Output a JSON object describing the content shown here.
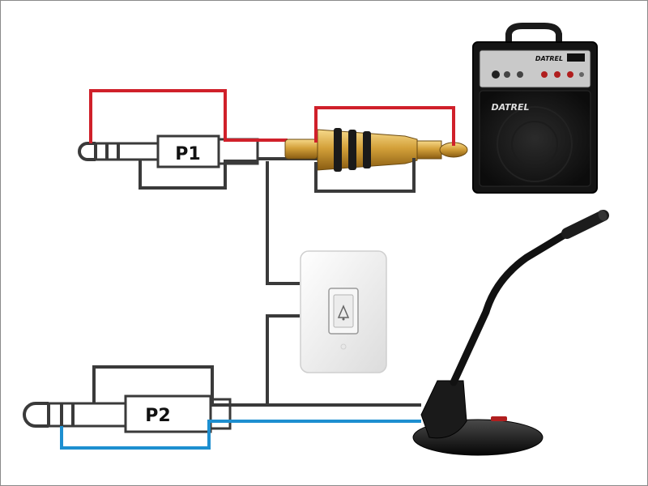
{
  "labels": {
    "p1": "P1",
    "p2": "P2",
    "amp_brand": "DATREL",
    "amp_panel_brand": "DATREL"
  },
  "colors": {
    "wire_red": "#d0202a",
    "wire_black": "#3a3a3a",
    "wire_blue": "#1d8fd0",
    "gold": "#d4a13a",
    "amp_body": "#141414",
    "switch_plate": "#f2f2f2"
  },
  "icons": {
    "p1_plug": "trs-jack-plug",
    "p2_plug": "trs-jack-plug",
    "rca": "rca-plug",
    "amplifier": "guitar-amplifier",
    "switch": "wall-push-button-switch",
    "microphone": "gooseneck-desk-microphone"
  }
}
